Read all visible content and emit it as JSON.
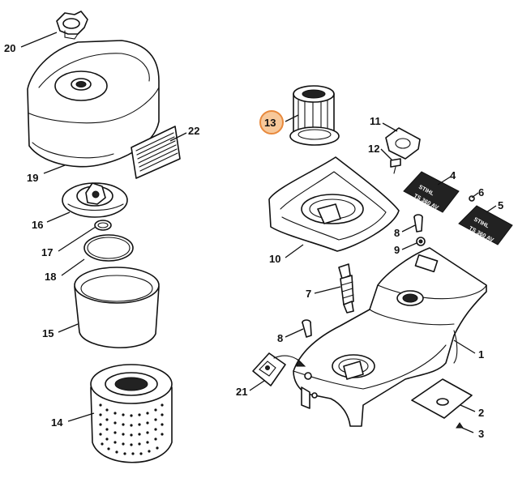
{
  "diagram": {
    "callouts": [
      {
        "id": "c20",
        "label": "20"
      },
      {
        "id": "c19",
        "label": "19"
      },
      {
        "id": "c22",
        "label": "22"
      },
      {
        "id": "c16",
        "label": "16"
      },
      {
        "id": "c17",
        "label": "17"
      },
      {
        "id": "c18",
        "label": "18"
      },
      {
        "id": "c15",
        "label": "15"
      },
      {
        "id": "c14",
        "label": "14"
      },
      {
        "id": "c13",
        "label": "13",
        "highlighted": true
      },
      {
        "id": "c11",
        "label": "11"
      },
      {
        "id": "c12",
        "label": "12"
      },
      {
        "id": "c4",
        "label": "4"
      },
      {
        "id": "c6",
        "label": "6"
      },
      {
        "id": "c5",
        "label": "5"
      },
      {
        "id": "c8a",
        "label": "8"
      },
      {
        "id": "c9",
        "label": "9"
      },
      {
        "id": "c10",
        "label": "10"
      },
      {
        "id": "c7",
        "label": "7"
      },
      {
        "id": "c8b",
        "label": "8"
      },
      {
        "id": "c1",
        "label": "1"
      },
      {
        "id": "c21",
        "label": "21"
      },
      {
        "id": "c2",
        "label": "2"
      },
      {
        "id": "c3",
        "label": "3"
      }
    ],
    "plates": [
      {
        "id": "plate4",
        "line1": "STIHL",
        "line2": "TS 360 AV"
      },
      {
        "id": "plate5",
        "line1": "STIHL",
        "line2": "TS 360 AV"
      }
    ],
    "highlight_color": "#e8893c"
  }
}
